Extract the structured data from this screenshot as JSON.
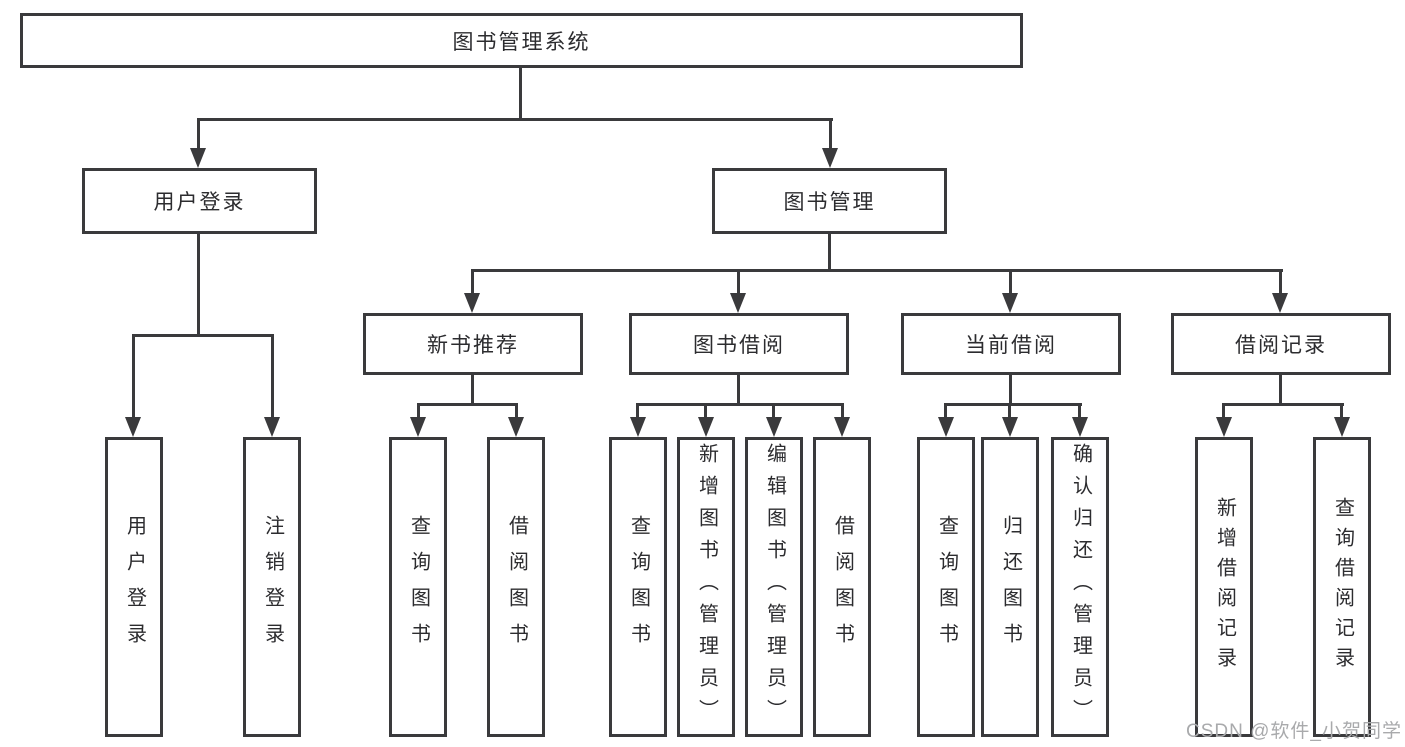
{
  "diagram": {
    "title": "图书管理系统",
    "branches": [
      {
        "label": "用户登录",
        "children": [
          "用户登录",
          "注销登录"
        ]
      },
      {
        "label": "图书管理",
        "children": [
          {
            "label": "新书推荐",
            "children": [
              "查询图书",
              "借阅图书"
            ]
          },
          {
            "label": "图书借阅",
            "children": [
              "查询图书",
              "新增图书（管理员）",
              "编辑图书（管理员）",
              "借阅图书"
            ]
          },
          {
            "label": "当前借阅",
            "children": [
              "查询图书",
              "归还图书",
              "确认归还（管理员）"
            ]
          },
          {
            "label": "借阅记录",
            "children": [
              "新增借阅记录",
              "查询借阅记录"
            ]
          }
        ]
      }
    ],
    "colors": {
      "line": "#3a3a3c",
      "text": "#2c2c2f",
      "watermark": "#a9aaac"
    },
    "watermark": "CSDN @软件_小贺同学"
  }
}
